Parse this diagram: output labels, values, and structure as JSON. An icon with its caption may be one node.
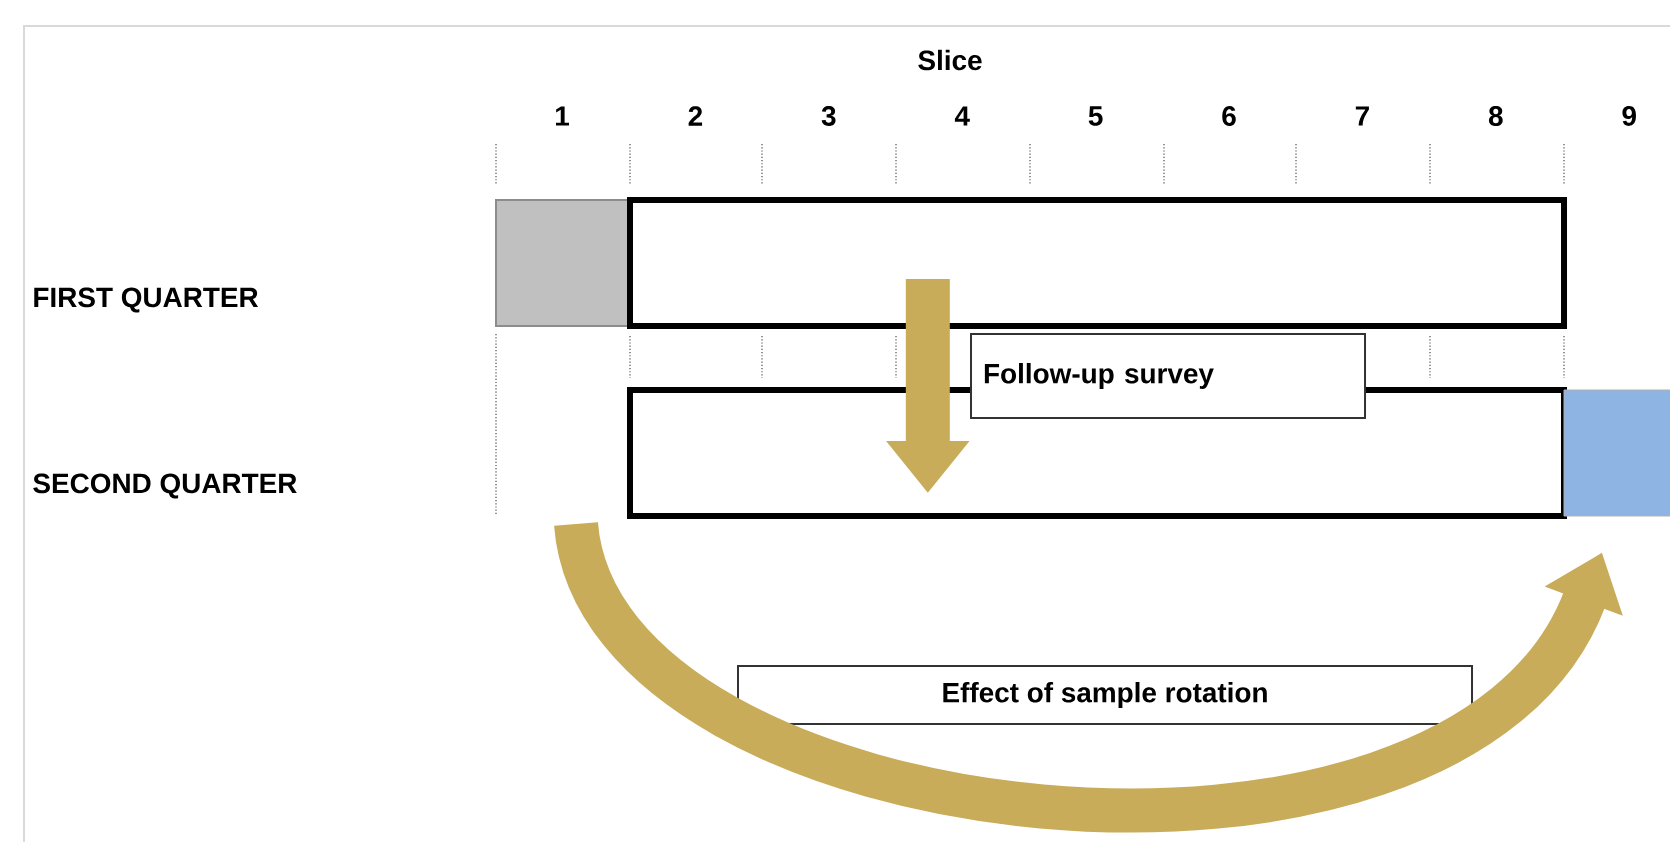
{
  "diagram": {
    "nodes": [
      {
        "text": [
          "Effect of sample rotation"
        ]
      },
      {
        "text": [],
        "shape": "box"
      },
      {
        "text": [],
        "shape": "box"
      },
      {
        "text": [],
        "shape": "box"
      },
      {
        "text": [],
        "shape": "box"
      }
    ],
    "edges": [
      {
        "from": 2,
        "to": 3,
        "arrow": "to",
        "label": "Follow-up survey"
      },
      {
        "from": null,
        "to": 4,
        "arrow": "to"
      }
    ],
    "labels": [
      "Slice",
      "1",
      "2",
      "3",
      "4",
      "5",
      "6",
      "7",
      "8",
      "9",
      "FIRST QUARTER",
      "SECOND QUARTER"
    ]
  }
}
